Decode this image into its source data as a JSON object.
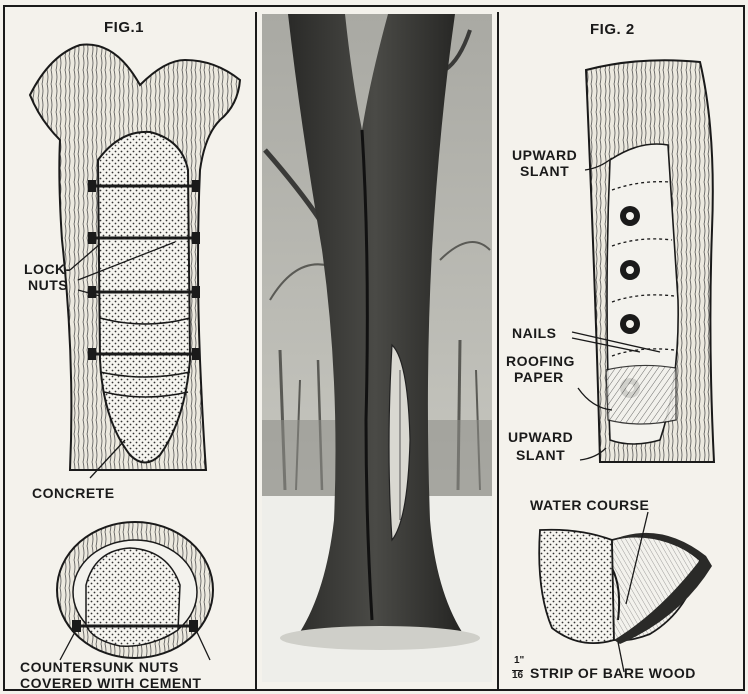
{
  "panels": {
    "fig1": {
      "title": "FIG.1",
      "label_lock_nuts_line1": "LOCK-",
      "label_lock_nuts_line2": "NUTS",
      "label_concrete": "CONCRETE",
      "label_countersunk_line1": "COUNTERSUNK NUTS",
      "label_countersunk_line2": "COVERED WITH CEMENT"
    },
    "photo": {
      "subject": "tree-trunk-photo"
    },
    "fig2": {
      "title": "FIG. 2",
      "label_upward_slant_top_line1": "UPWARD",
      "label_upward_slant_top_line2": "SLANT",
      "label_nails": "NAILS",
      "label_roofing_line1": "ROOFING",
      "label_roofing_line2": "PAPER",
      "label_upward_slant_bottom_line1": "UPWARD",
      "label_upward_slant_bottom_line2": "SLANT",
      "label_water_course": "WATER COURSE",
      "label_strip_num": "1\"",
      "label_strip_den": "16",
      "label_strip": "STRIP OF BARE WOOD"
    }
  },
  "colors": {
    "ink": "#1a1a1a",
    "paper": "#f4f2ec",
    "bark": "#e9e6dc",
    "photo_sky": "#bdbdb6",
    "photo_snow": "#eeeeea"
  }
}
